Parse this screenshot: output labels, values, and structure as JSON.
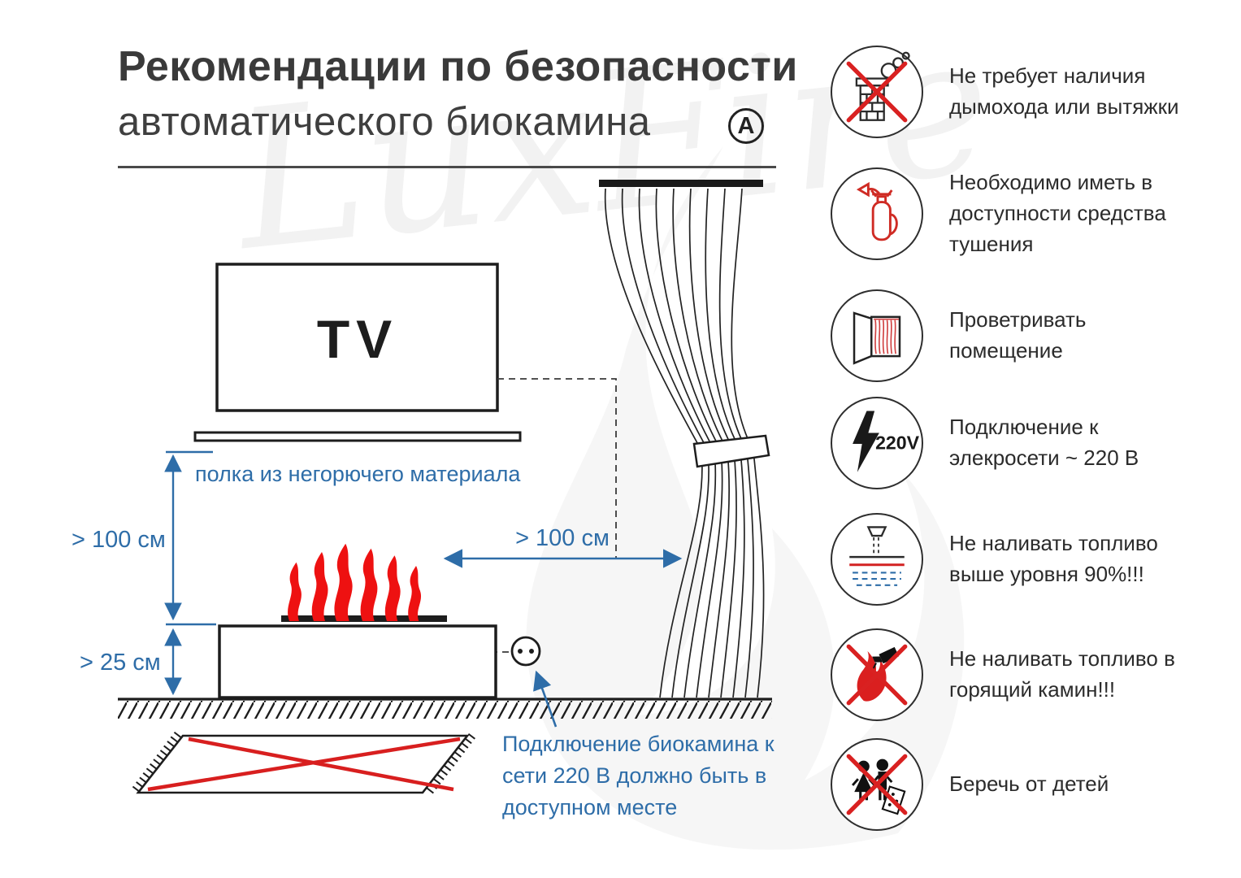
{
  "title": {
    "line1": "Рекомендации по безопасности",
    "line2": "автоматического биокамина",
    "badge": "A"
  },
  "watermark": "LuxFire",
  "diagram": {
    "tv_label": "TV",
    "shelf_label": "полка из негорючего материала",
    "dim_shelf": "> 100 см",
    "dim_floor": "> 25 см",
    "dim_curtain": "> 100 см",
    "socket_note": "Подключение биокамина к сети 220 В должно быть в доступном месте"
  },
  "rules": [
    {
      "icon": "no-chimney-icon",
      "text": "Не требует наличия дымохода или вытяжки"
    },
    {
      "icon": "extinguisher-icon",
      "text": "Необходимо иметь в доступности средства тушения"
    },
    {
      "icon": "ventilation-icon",
      "text": "Проветривать помещение"
    },
    {
      "icon": "power-220v-icon",
      "text": "Подключение к элекросети ~ 220 В",
      "badge": "220V"
    },
    {
      "icon": "fuel-level-icon",
      "text": "Не наливать топливо выше уровня 90%!!!"
    },
    {
      "icon": "no-refill-burning-icon",
      "text": "Не наливать топливо в горящий камин!!!"
    },
    {
      "icon": "keep-from-children-icon",
      "text": "Беречь от детей"
    }
  ],
  "colors": {
    "accent_blue": "#2e6da8",
    "danger_red": "#e01f1f",
    "ink": "#1d1d1d"
  }
}
